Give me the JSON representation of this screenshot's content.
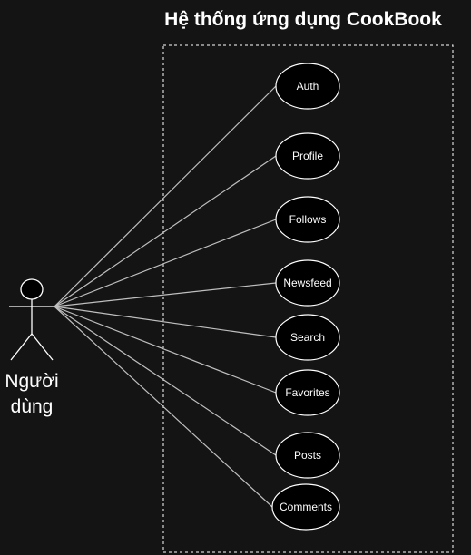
{
  "diagram": {
    "system_title": "Hệ thống ứng dụng CookBook",
    "actor": {
      "label_lines": [
        "Người",
        "dùng"
      ]
    },
    "use_cases": [
      {
        "id": "auth",
        "label": "Auth"
      },
      {
        "id": "profile",
        "label": "Profile"
      },
      {
        "id": "follows",
        "label": "Follows"
      },
      {
        "id": "newsfeed",
        "label": "Newsfeed"
      },
      {
        "id": "search",
        "label": "Search"
      },
      {
        "id": "favorites",
        "label": "Favorites"
      },
      {
        "id": "posts",
        "label": "Posts"
      },
      {
        "id": "comments",
        "label": "Comments"
      }
    ],
    "colors": {
      "background": "#141414",
      "stroke": "#ffffff",
      "connector": "#bfbfbf",
      "ellipse_fill": "#000000"
    }
  }
}
